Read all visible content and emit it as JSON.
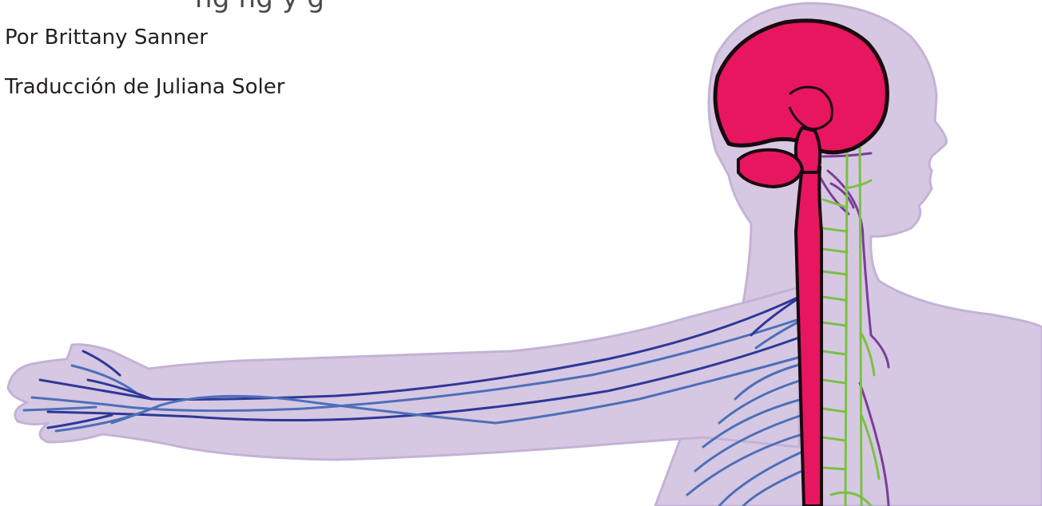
{
  "header": {
    "title_strip": "ng       ng           y     g",
    "author": "Por Brittany Sanner",
    "translator": "Traducción de Juliana Soler"
  },
  "illustration": {
    "subject": "nervous-system-figure",
    "colors": {
      "body": "#d6c8e2",
      "body_outline": "#c4b2d6",
      "brain": "#e8155f",
      "brain_outline": "#1a0a10",
      "arm_nerves_dark": "#2e3899",
      "arm_nerves_light": "#4d6fba",
      "sympathetic_chain": "#7ac143",
      "cranial_nerves": "#7d3c98"
    }
  }
}
